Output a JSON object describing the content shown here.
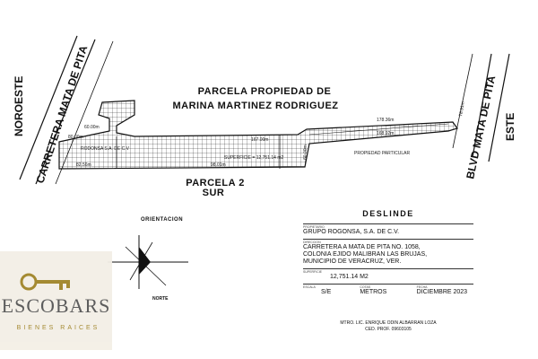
{
  "labels": {
    "owner_title_line1": "PARCELA PROPIEDAD DE",
    "owner_title_line2": "MARINA MARTINEZ RODRIGUEZ",
    "parcela2_line1": "PARCELA 2",
    "parcela2_line2": "SUR",
    "noroeste": "NOROESTE",
    "carretera": "CARRETERA MATA DE PITA",
    "blvd": "BLVD MATA DE PITA",
    "este": "ESTE",
    "propiedad_particular": "PROPIEDAD PARTICULAR",
    "rogonsa": "RODONSA S.A. DE C.V",
    "superficie_small": "SUPERFICIE = 12,751.14 m2",
    "orientacion": "ORIENTACION",
    "norte": "NORTE"
  },
  "dimensions": {
    "d1": "60.00m",
    "d2": "80.00m",
    "d3": "167.00m",
    "d4": "178.36m",
    "d5": "168.92m",
    "d6": "78.91m",
    "d7": "82.56m",
    "d8": "98.01m",
    "d9": "60.00m"
  },
  "info_block": {
    "title": "DESLINDE",
    "propietario_label": "PROPIETARIO",
    "propietario": "GRUPO ROGONSA, S.A. DE C.V.",
    "direccion_label": "DIRECCION",
    "direccion_line1": "CARRETERA A MATA DE PITA NO. 1058,",
    "direccion_line2": "COLONIA  EJIDO MALIBRAN LAS BRUJAS,",
    "direccion_line3": "MUNICIPIO DE VERACRUZ, VER.",
    "superficie_label": "SUPERFICIE",
    "superficie": "12,751.14 M2",
    "escala_label": "ESCALA",
    "escala": "S/E",
    "cotas_label": "COTAS",
    "cotas": "METROS",
    "fecha_label": "FECHA",
    "fecha": "DICIEMBRE 2023",
    "footer_line1": "MTRO. LIC. ENRIQUE ODIN ALBARRAN LOZA",
    "footer_line2": "CED. PROF. 09603105"
  },
  "logo": {
    "name": "ESCOBARS",
    "sub": "BIENES RAICES",
    "colors": {
      "gold": "#a08428",
      "gray": "#555555"
    }
  }
}
